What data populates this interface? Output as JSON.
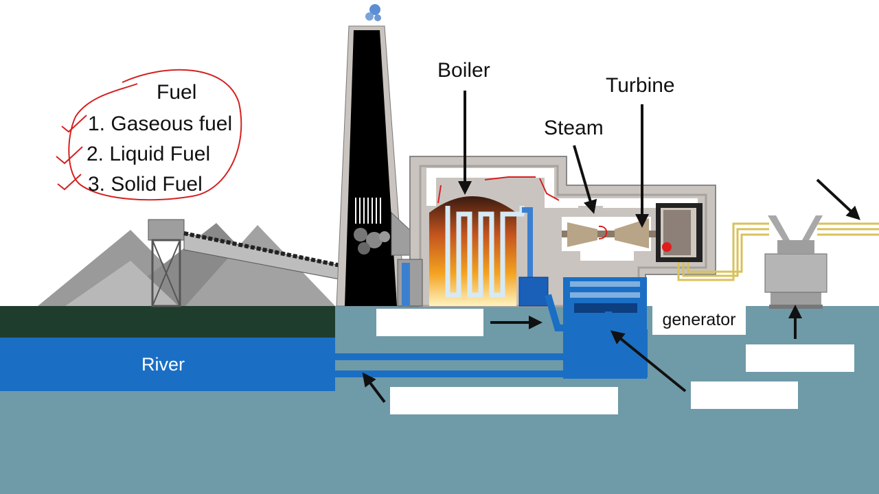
{
  "fuel_note": {
    "title": "Fuel",
    "items": [
      "1. Gaseous fuel",
      "2. Liquid Fuel",
      "3. Solid Fuel"
    ]
  },
  "labels": {
    "boiler": "Boiler",
    "turbine": "Turbine",
    "steam": "Steam",
    "generator": "generator",
    "river": "River"
  },
  "colors": {
    "water": "#6f9aa8",
    "river": "#1a6fc4",
    "ground": "#1f3d2c",
    "building": "#c9c4bf",
    "annotation": "#d42020"
  }
}
